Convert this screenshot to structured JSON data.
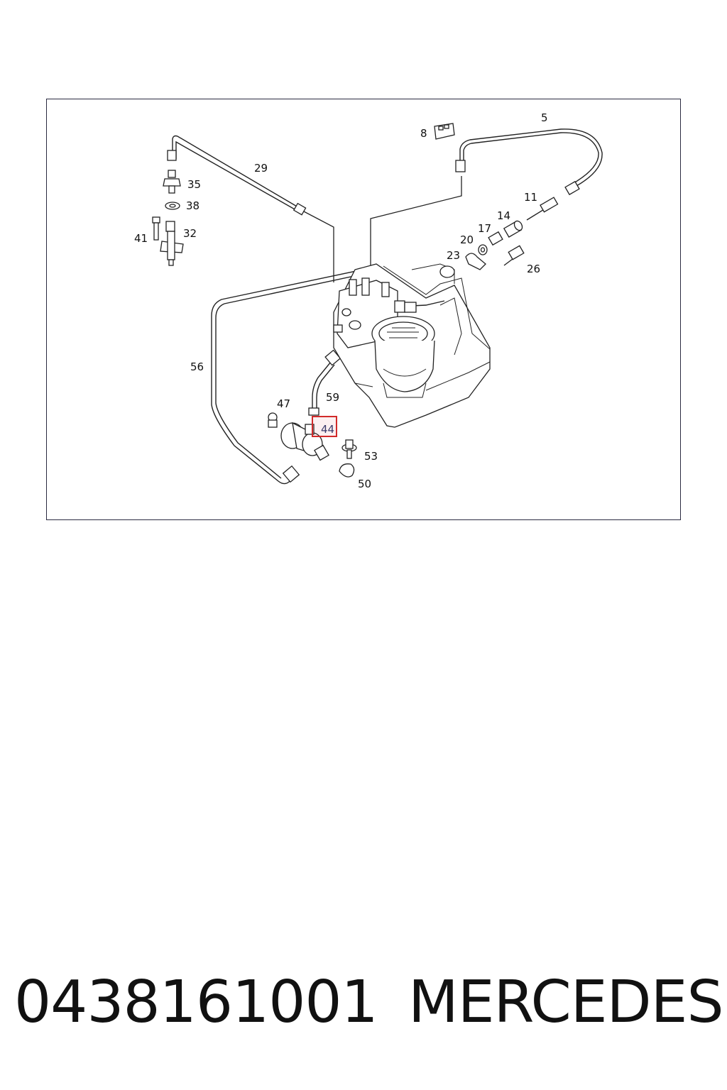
{
  "diagram": {
    "callouts": {
      "c5": "5",
      "c8": "8",
      "c11": "11",
      "c14": "14",
      "c17": "17",
      "c20": "20",
      "c23": "23",
      "c26": "26",
      "c29": "29",
      "c32": "32",
      "c35": "35",
      "c38": "38",
      "c41": "41",
      "c44": "44",
      "c47": "47",
      "c50": "50",
      "c53": "53",
      "c56": "56",
      "c59": "59"
    },
    "highlighted_callout": "44",
    "highlight_color": "#d22a2a"
  },
  "footer": {
    "part_number": "0438161001",
    "brand": "MERCEDES"
  }
}
